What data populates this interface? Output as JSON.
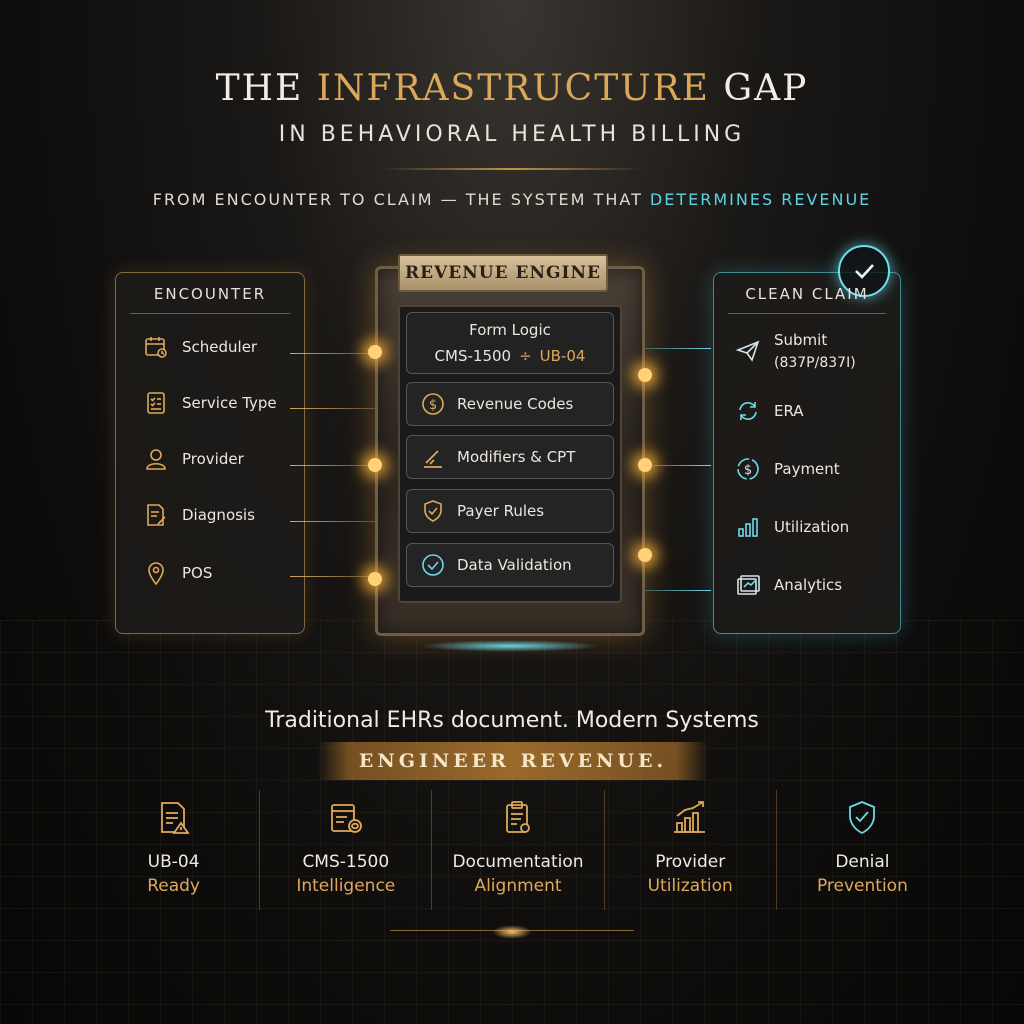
{
  "header": {
    "title_pre": "THE ",
    "title_accent": "INFRASTRUCTURE",
    "title_post": " GAP",
    "subtitle": "IN BEHAVIORAL HEALTH BILLING",
    "tagline_pre": "FROM ENCOUNTER TO CLAIM — THE SYSTEM THAT ",
    "tagline_accent": "DETERMINES REVENUE"
  },
  "encounter": {
    "heading": "ENCOUNTER",
    "items": [
      {
        "label": "Scheduler",
        "icon": "calendar-icon"
      },
      {
        "label": "Service Type",
        "icon": "checklist-icon"
      },
      {
        "label": "Provider",
        "icon": "person-icon"
      },
      {
        "label": "Diagnosis",
        "icon": "document-edit-icon"
      },
      {
        "label": "POS",
        "icon": "location-pin-icon"
      }
    ]
  },
  "engine": {
    "label": "REVENUE ENGINE",
    "form_logic": {
      "title": "Form Logic",
      "left": "CMS-1500",
      "right": "UB-04"
    },
    "buttons": [
      {
        "label": "Revenue Codes",
        "icon": "dollar-circle-icon"
      },
      {
        "label": "Modifiers & CPT",
        "icon": "pencil-icon"
      },
      {
        "label": "Payer Rules",
        "icon": "shield-icon"
      },
      {
        "label": "Data Validation",
        "icon": "check-circle-icon"
      }
    ]
  },
  "clean_claim": {
    "heading": "CLEAN CLAIM",
    "items": [
      {
        "label": "Submit",
        "sub": "(837P/837I)",
        "icon": "paper-plane-icon"
      },
      {
        "label": "ERA",
        "icon": "refresh-icon"
      },
      {
        "label": "Payment",
        "icon": "dollar-refresh-icon"
      },
      {
        "label": "Utilization",
        "icon": "bar-chart-icon"
      },
      {
        "label": "Analytics",
        "icon": "analytics-icon"
      }
    ]
  },
  "statement": {
    "line": "Traditional EHRs document. Modern Systems",
    "banner": "ENGINEER REVENUE."
  },
  "features": [
    {
      "top": "UB-04",
      "bottom": "Ready",
      "icon": "form-warning-icon"
    },
    {
      "top": "CMS-1500",
      "bottom": "Intelligence",
      "icon": "form-brain-icon"
    },
    {
      "top": "Documentation",
      "bottom": "Alignment",
      "icon": "clipboard-icon"
    },
    {
      "top": "Provider",
      "bottom": "Utilization",
      "icon": "growth-chart-icon"
    },
    {
      "top": "Denial",
      "bottom": "Prevention",
      "icon": "shield-check-icon"
    }
  ],
  "colors": {
    "gold": "#d9a85a",
    "cyan": "#5ed3e6",
    "background": "#0e0d0c"
  }
}
